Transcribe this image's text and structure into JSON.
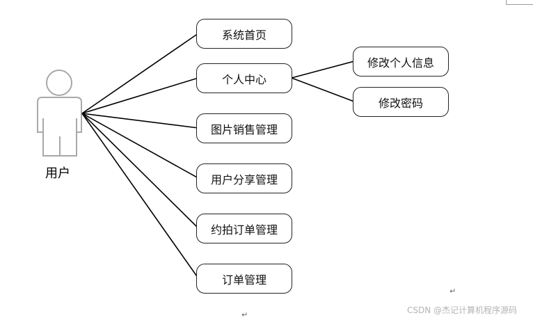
{
  "actor": {
    "label": "用户"
  },
  "use_cases": {
    "home": "系统首页",
    "center": "个人中心",
    "edit_info": "修改个人信息",
    "edit_password": "修改密码",
    "pic_sales": "图片销售管理",
    "share": "用户分享管理",
    "booking": "约拍订单管理",
    "orders": "订单管理"
  },
  "watermark": "CSDN @杰记计算机程序源码",
  "para_mark": "↵"
}
